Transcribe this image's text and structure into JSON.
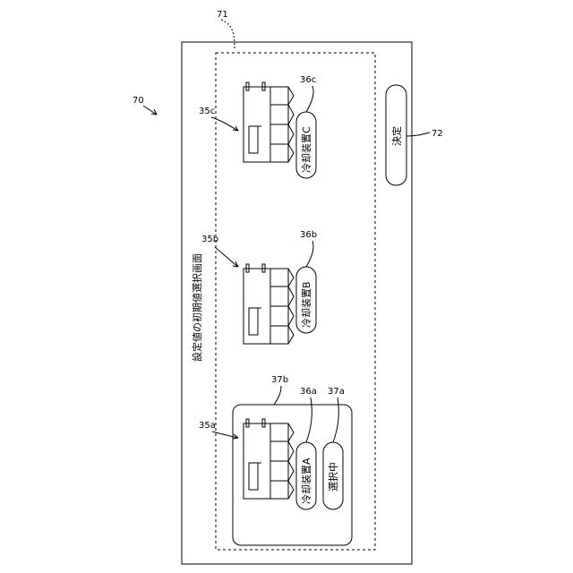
{
  "refs": {
    "figure": "70",
    "screen": "71",
    "decide": "72",
    "img_a": "35a",
    "img_b": "35b",
    "img_c": "35c",
    "btn_a": "36a",
    "btn_b": "36b",
    "btn_c": "36c",
    "status": "37a",
    "frame": "37b"
  },
  "screen_title": "設定値の初期値選択画面",
  "devices": {
    "a": {
      "label": "冷却装置A",
      "status": "選択中"
    },
    "b": {
      "label": "冷却装置B"
    },
    "c": {
      "label": "冷却装置C"
    }
  },
  "decide_label": "決定"
}
